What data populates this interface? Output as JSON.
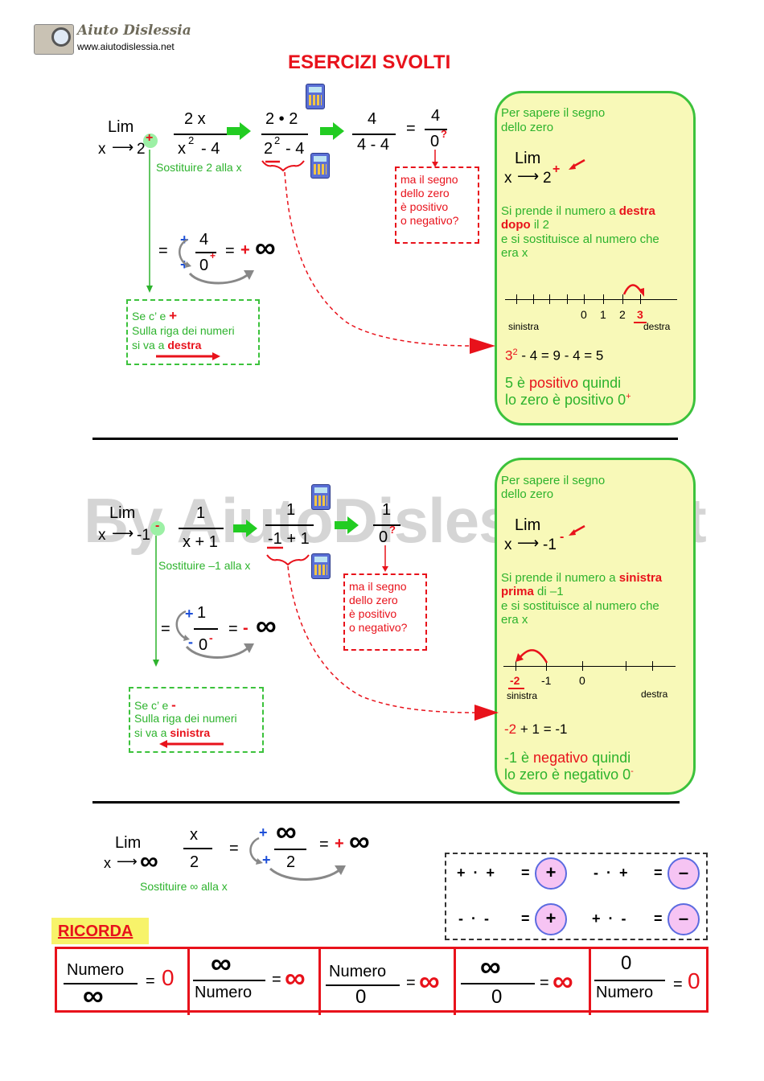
{
  "logo": {
    "name": "Aiuto Dislessia",
    "url": "www.aiutodislessia.net"
  },
  "title": "ESERCIZI SVOLTI",
  "watermark": "By AiutoDislessia.net",
  "ex1": {
    "lim": "Lim",
    "x_to": "x",
    "target": "2",
    "target_sign": "+",
    "f_num": "2 x",
    "f_den_base": "x",
    "f_den_exp": "2",
    "f_den_rest": "- 4",
    "s_num": "2 • 2",
    "s_den_base": "2",
    "s_den_exp": "2",
    "s_den_rest": "- 4",
    "r_num": "4",
    "r_den": "4 - 4",
    "eq": "=",
    "z_num": "4",
    "z_den": "0",
    "z_q": "?",
    "substitute": "Sostituire 2 alla x",
    "question": [
      "ma il segno",
      "dello zero",
      "è positivo",
      "o negativo?"
    ],
    "result_eq": "=",
    "res_num_sign": "+",
    "res_num": "4",
    "res_den_sign": "+",
    "res_den": "0",
    "res_den_exp": "+",
    "res_eq2": "=",
    "res_sign": "+",
    "inf": "∞",
    "note": {
      "l1_a": "Se c’ e",
      "l1_sign": "+",
      "l2": "Sulla riga dei numeri",
      "l3_a": "si va a",
      "l3_b": "destra"
    }
  },
  "panel1": {
    "l1": "Per sapere il segno",
    "l2": "dello zero",
    "lim": "Lim",
    "x": "x",
    "target": "2",
    "sign": "+",
    "t1_a": "Si prende il numero a",
    "t1_b": "destra",
    "t2_a": "dopo",
    "t2_b": "il 2",
    "t3": "e si sostituisce al numero che",
    "t4": "era x",
    "ticks": [
      "0",
      "1",
      "2",
      "3"
    ],
    "left": "sinistra",
    "right": "destra",
    "calc_a": "3",
    "calc_exp": "2",
    "calc_b": "- 4 = 9 - 4 = 5",
    "c1_a": "5 è",
    "c1_b": "positivo",
    "c1_c": "quindi",
    "c2": "lo zero è positivo 0",
    "c2_exp": "+"
  },
  "ex2": {
    "lim": "Lim",
    "x_to": "x",
    "target": "-1",
    "target_sign": "-",
    "f_num": "1",
    "f_den": "x + 1",
    "s_num": "1",
    "s_den": "-1 + 1",
    "z_num": "1",
    "z_den": "0",
    "z_q": "?",
    "substitute": "Sostituire –1 alla x",
    "question": [
      "ma il segno",
      "dello zero",
      "è positivo",
      "o negativo?"
    ],
    "result_eq": "=",
    "res_num_sign": "+",
    "res_num": "1",
    "res_den_sign": "-",
    "res_den": "0",
    "res_den_exp": "-",
    "res_eq2": "=",
    "res_sign": "-",
    "inf": "∞",
    "note": {
      "l1_a": "Se c’ e",
      "l1_sign": "-",
      "l2": "Sulla riga dei numeri",
      "l3_a": "si va a",
      "l3_b": "sinistra"
    }
  },
  "panel2": {
    "l1": "Per sapere il segno",
    "l2": "dello zero",
    "lim": "Lim",
    "x": "x",
    "target": "-1",
    "sign": "-",
    "t1_a": "Si prende il numero a",
    "t1_b": "sinistra",
    "t2_a": "prima",
    "t2_b": "di –1",
    "t3": "e si sostituisce al numero che",
    "t4": "era x",
    "ticks": [
      "-2",
      "-1",
      "0"
    ],
    "left": "sinistra",
    "right": "destra",
    "calc_a": "-2",
    "calc_b": "+ 1 = -1",
    "c1_a": "-1 è",
    "c1_b": "negativo",
    "c1_c": "quindi",
    "c2": "lo zero è negativo 0",
    "c2_exp": "-"
  },
  "ex3": {
    "lim": "Lim",
    "x_to": "x",
    "target": "∞",
    "f_num": "x",
    "f_den": "2",
    "eq": "=",
    "r_num_sign": "+",
    "r_num": "∞",
    "r_den_sign": "+",
    "r_den": "2",
    "eq2": "=",
    "res_sign": "+",
    "inf": "∞",
    "substitute": "Sostituire ∞ alla x"
  },
  "signs": [
    {
      "a": "+",
      "op": "·",
      "b": "+",
      "eq": "=",
      "r": "+"
    },
    {
      "a": "-",
      "op": "·",
      "b": "+",
      "eq": "=",
      "r": "–"
    },
    {
      "a": "-",
      "op": "·",
      "b": "-",
      "eq": "=",
      "r": "+"
    },
    {
      "a": "+",
      "op": "·",
      "b": "-",
      "eq": "=",
      "r": "–"
    }
  ],
  "ricorda": "RICORDA",
  "rules": [
    {
      "num": "Numero",
      "den": "∞",
      "eq": "=",
      "res": "0"
    },
    {
      "num": "∞",
      "den": "Numero",
      "eq": "=",
      "res": "∞"
    },
    {
      "num": "Numero",
      "den": "0",
      "eq": "=",
      "res": "∞"
    },
    {
      "num": "∞",
      "den": "0",
      "eq": "=",
      "res": "∞"
    },
    {
      "num": "0",
      "den": "Numero",
      "eq": "=",
      "res": "0"
    }
  ],
  "colors": {
    "green": "#2db32d",
    "red": "#e8121b",
    "blue": "#1d4fd8",
    "panel": "#f8f9b8",
    "sign_circle": "#f6c4f3"
  }
}
